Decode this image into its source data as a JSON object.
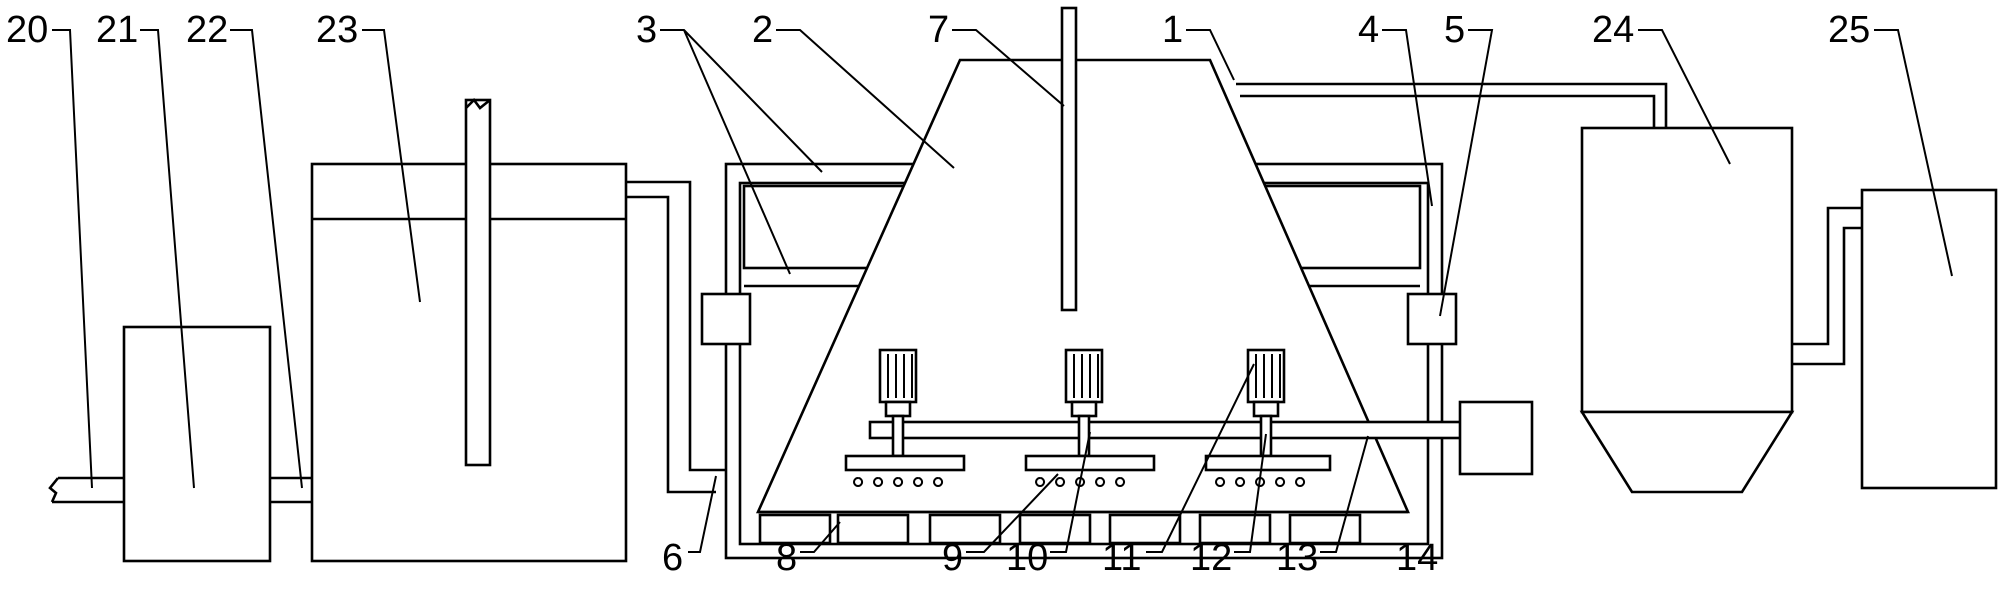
{
  "labels": {
    "l20": "20",
    "l21": "21",
    "l22": "22",
    "l23": "23",
    "l3": "3",
    "l2": "2",
    "l7": "7",
    "l1": "1",
    "l4": "4",
    "l5": "5",
    "l24": "24",
    "l25": "25",
    "l6": "6",
    "l8": "8",
    "l9": "9",
    "l10": "10",
    "l11": "11",
    "l12": "12",
    "l13": "13",
    "l14": "14"
  }
}
